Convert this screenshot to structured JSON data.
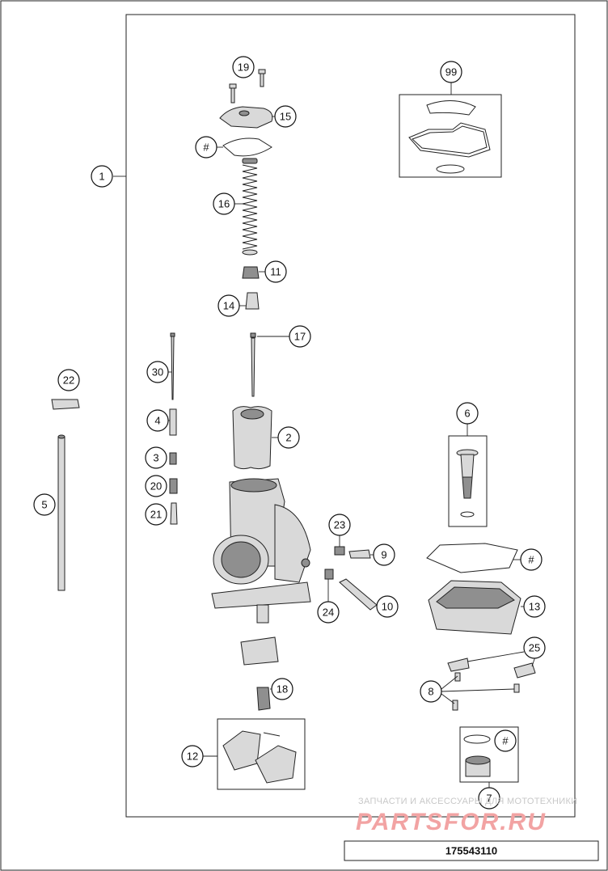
{
  "callouts": {
    "c1": "1",
    "c2": "2",
    "c3": "3",
    "c4": "4",
    "c5": "5",
    "c6": "6",
    "c7": "7",
    "c8": "8",
    "c9": "9",
    "c10": "10",
    "c11": "11",
    "c12": "12",
    "c13": "13",
    "c14": "14",
    "c15": "15",
    "c16": "16",
    "c17": "17",
    "c18": "18",
    "c19": "19",
    "c20": "20",
    "c21": "21",
    "c22": "22",
    "c23": "23",
    "c24": "24",
    "c25": "25",
    "c30": "30",
    "c99": "99",
    "hash_top": "#",
    "hash_gasket": "#",
    "hash_bottom": "#"
  },
  "watermark": {
    "tagline": "ЗАПЧАСТИ И АКСЕССУАРЫ ДЛЯ МОТОТЕХНИКИ",
    "brand": "PARTSFOR.RU"
  },
  "part_number": "175543110"
}
